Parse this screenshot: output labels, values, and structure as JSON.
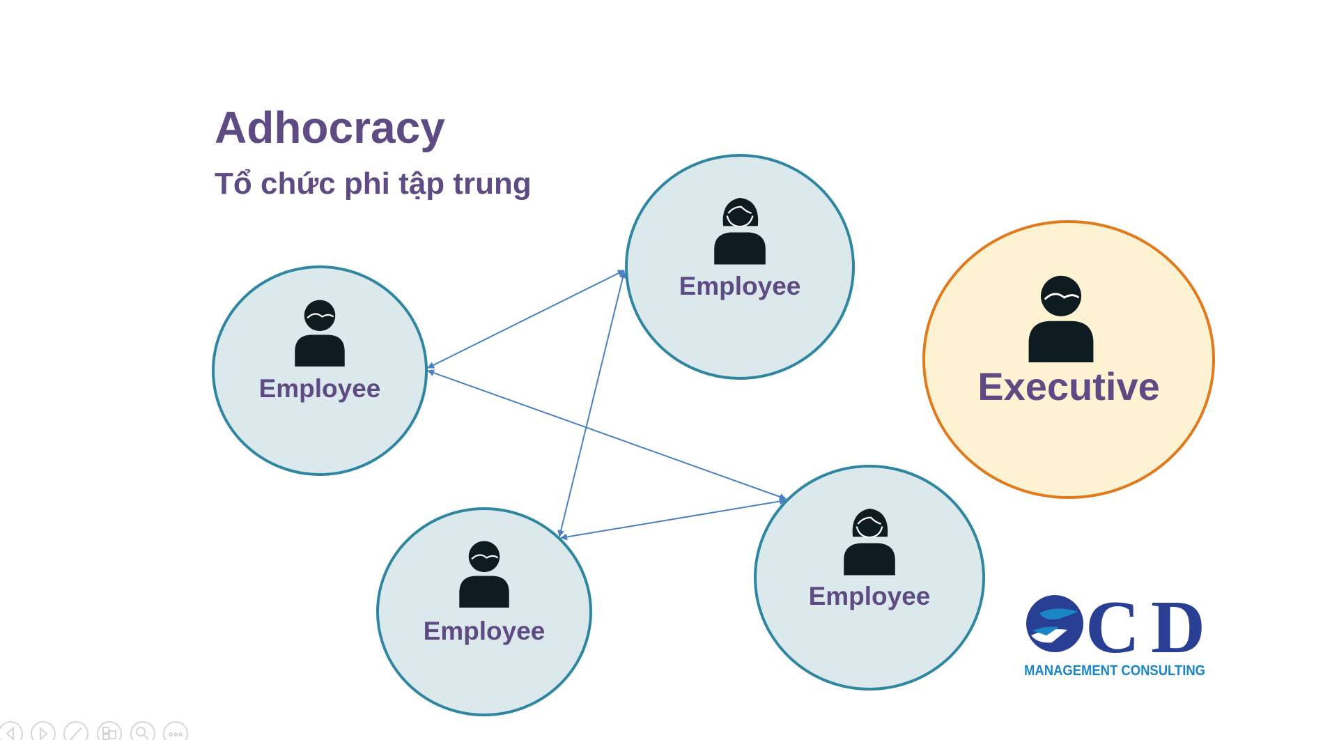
{
  "slide": {
    "title": "Adhocracy",
    "subtitle": "Tổ chức phi tập trung"
  },
  "nodes": [
    {
      "label": "Employee",
      "role": "male"
    },
    {
      "label": "Employee",
      "role": "female"
    },
    {
      "label": "Employee",
      "role": "male"
    },
    {
      "label": "Employee",
      "role": "female"
    },
    {
      "label": "Executive",
      "role": "male"
    }
  ],
  "logo": {
    "mark": "CD",
    "tagline": "MANAGEMENT CONSULTING"
  },
  "colors": {
    "text": "#5e4b84",
    "employee_fill": "#dce9ec",
    "employee_stroke": "#2f86a1",
    "executive_fill": "#fdf2d2",
    "executive_stroke": "#e07a1c",
    "arrow": "#4a80c2",
    "logo_dark": "#283f93",
    "logo_light": "#1a86c8"
  },
  "controls": [
    "previous-slide",
    "next-slide",
    "pen",
    "slide-sorter",
    "zoom",
    "more-options"
  ]
}
